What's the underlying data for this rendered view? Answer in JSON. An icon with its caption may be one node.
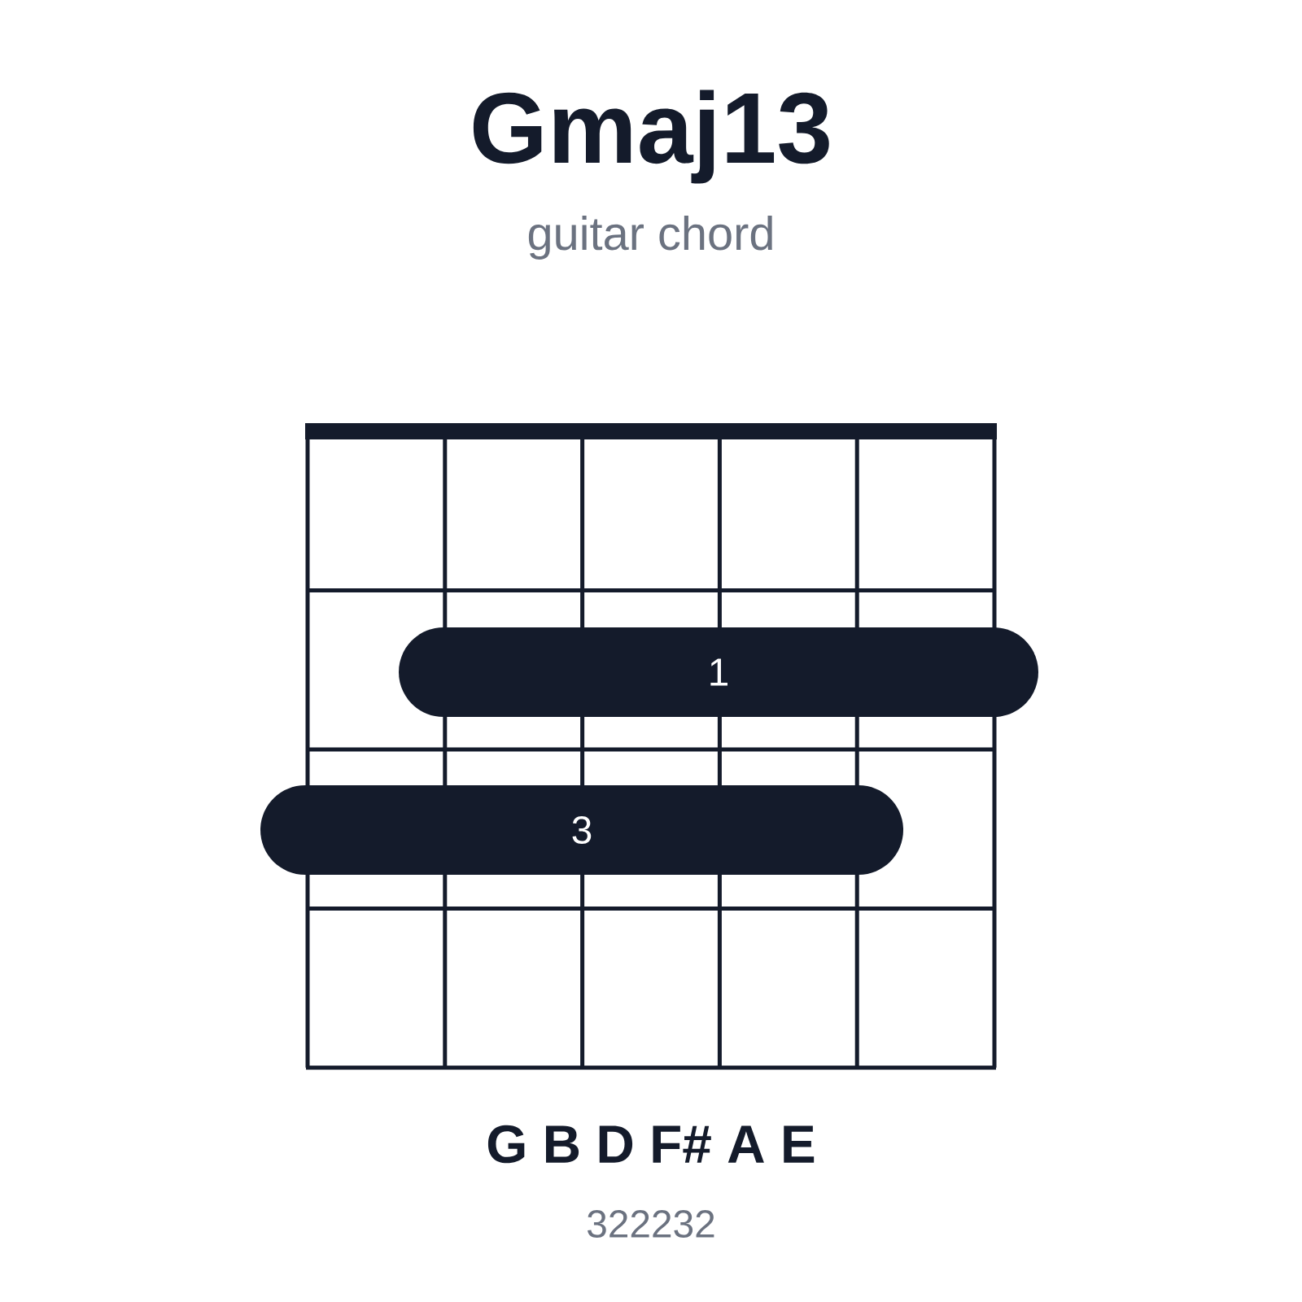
{
  "diagram": {
    "title": "Gmaj13",
    "nodes": [
      {
        "text": [
          "1"
        ]
      },
      {
        "text": [
          "3"
        ]
      }
    ],
    "edges": [],
    "labels": [
      "guitar chord",
      "G B D F# A E",
      "322232"
    ]
  }
}
